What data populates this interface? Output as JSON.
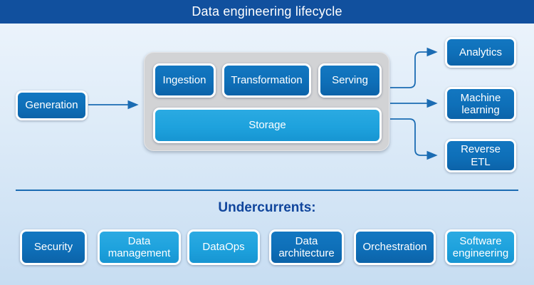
{
  "title": "Data engineering lifecycle",
  "colors": {
    "title_bar": "#11509e",
    "dark_box": "#0e6fb8",
    "light_box": "#1ea2dd",
    "arrow": "#1b6cb3",
    "container_gray": "#d2d3d5",
    "undercurrents_text": "#10459c",
    "background_top": "#eef5fc",
    "background_bottom": "#c7ddf2"
  },
  "lifecycle": {
    "source": {
      "label": "Generation",
      "color": "dark"
    },
    "core": {
      "top_stages": [
        {
          "label": "Ingestion",
          "color": "dark"
        },
        {
          "label": "Transformation",
          "color": "dark"
        },
        {
          "label": "Serving",
          "color": "dark"
        }
      ],
      "bottom_stage": {
        "label": "Storage",
        "color": "light"
      }
    },
    "outputs": [
      {
        "label": "Analytics",
        "color": "dark"
      },
      {
        "label": "Machine learning",
        "color": "dark"
      },
      {
        "label": "Reverse ETL",
        "color": "dark"
      }
    ]
  },
  "undercurrents": {
    "heading": "Undercurrents:",
    "items": [
      {
        "label": "Security",
        "color": "dark"
      },
      {
        "label": "Data management",
        "color": "light"
      },
      {
        "label": "DataOps",
        "color": "light"
      },
      {
        "label": "Data architecture",
        "color": "dark"
      },
      {
        "label": "Orchestration",
        "color": "dark"
      },
      {
        "label": "Software engineering",
        "color": "light"
      }
    ]
  }
}
